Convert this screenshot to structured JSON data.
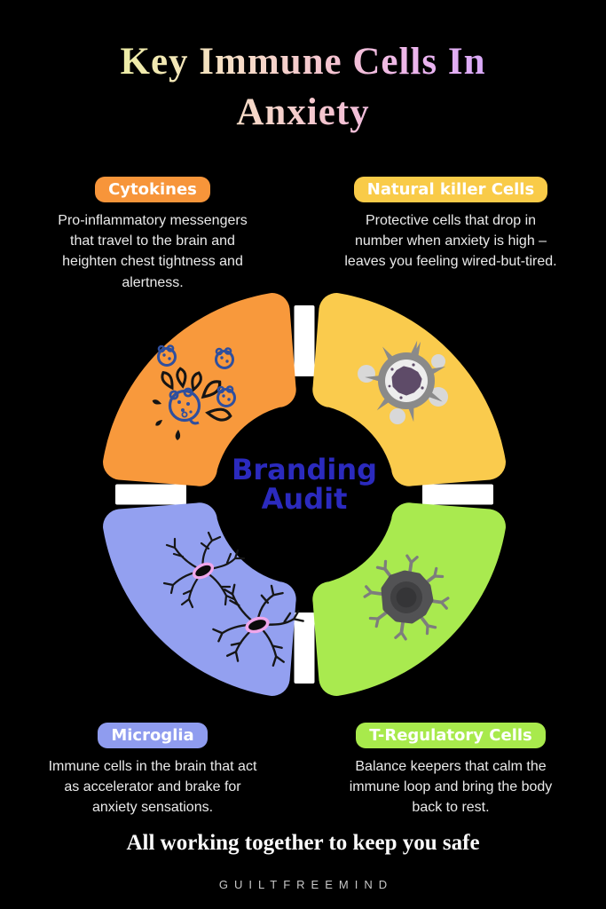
{
  "page_title": {
    "line1": "Key Immune Cells In",
    "line2": "Anxiety"
  },
  "center_label": {
    "line1": "Branding",
    "line2": "Audit"
  },
  "sections": {
    "cytokines": {
      "label": "Cytokines",
      "description": "Pro-inflammatory messengers that travel to the brain and heighten chest tightness and alertness.",
      "color": "#F7953A"
    },
    "natural_killer": {
      "label": "Natural killer Cells",
      "description": "Protective cells that drop in number when anxiety is high – leaves you feeling wired-but-tired.",
      "color": "#F9CB48"
    },
    "microglia": {
      "label": "Microglia",
      "description": "Immune cells in the brain that act as accelerator and brake for anxiety sensations.",
      "color": "#8F9CEF"
    },
    "t_regulatory": {
      "label": "T-Regulatory Cells",
      "description": "Balance keepers that calm the immune loop and bring the body back to rest.",
      "color": "#A8EA4C"
    }
  },
  "ring": {
    "segment_colors": {
      "top_left": "#F8993C",
      "top_right": "#FACB4D",
      "bottom_left": "#93A0F0",
      "bottom_right": "#A9EA4F"
    },
    "divider_color": "#FFFFFF",
    "center_text_color": "#2B2ABE"
  },
  "footer": {
    "tagline": "All working together to keep you safe",
    "brand": "GUILTFREEMIND"
  },
  "background_color": "#000000"
}
